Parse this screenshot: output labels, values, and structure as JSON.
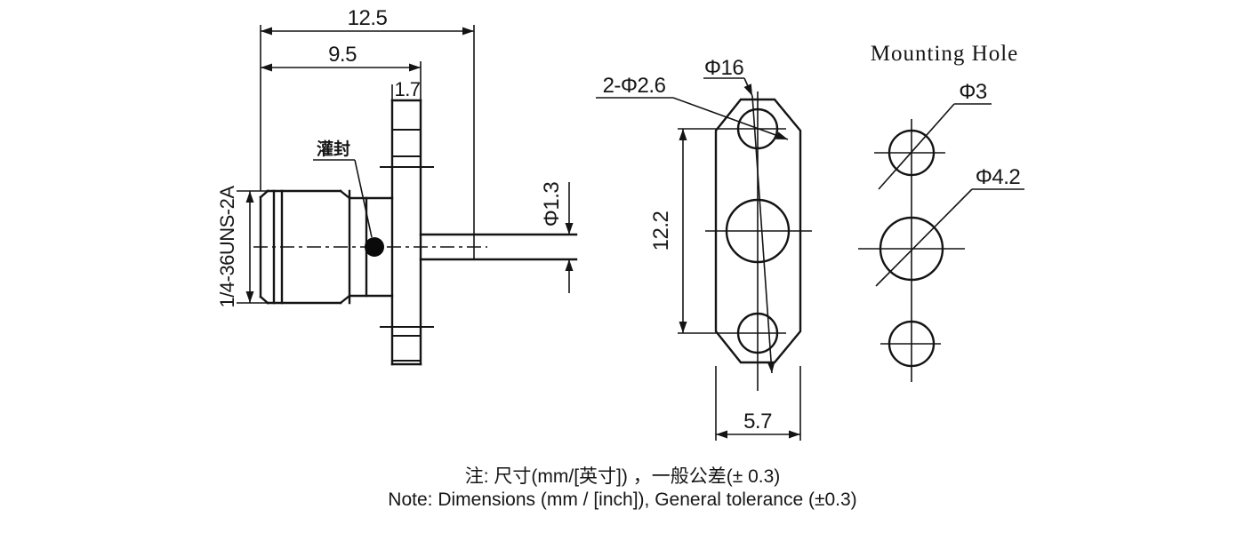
{
  "side_view": {
    "dim_overall_length": "12.5",
    "dim_body_length": "9.5",
    "dim_flange_thickness": "1.7",
    "dim_pin_diameter": "Φ1.3",
    "thread_spec": "1/4-36UNS-2A",
    "potting_label": "灌封"
  },
  "front_view": {
    "dim_hole_pair": "2-Φ2.6",
    "dim_center_hole": "Φ16",
    "dim_hole_spacing": "12.2",
    "dim_flange_width": "5.7"
  },
  "mounting_view": {
    "title": "Mounting Hole",
    "dim_screw_hole": "Φ3",
    "dim_center_hole": "Φ4.2"
  },
  "notes": {
    "line_cn": "注: 尺寸(mm/[英寸]) ，一般公差(± 0.3)",
    "line_en": "Note: Dimensions (mm / [inch]), General tolerance (±0.3)"
  }
}
